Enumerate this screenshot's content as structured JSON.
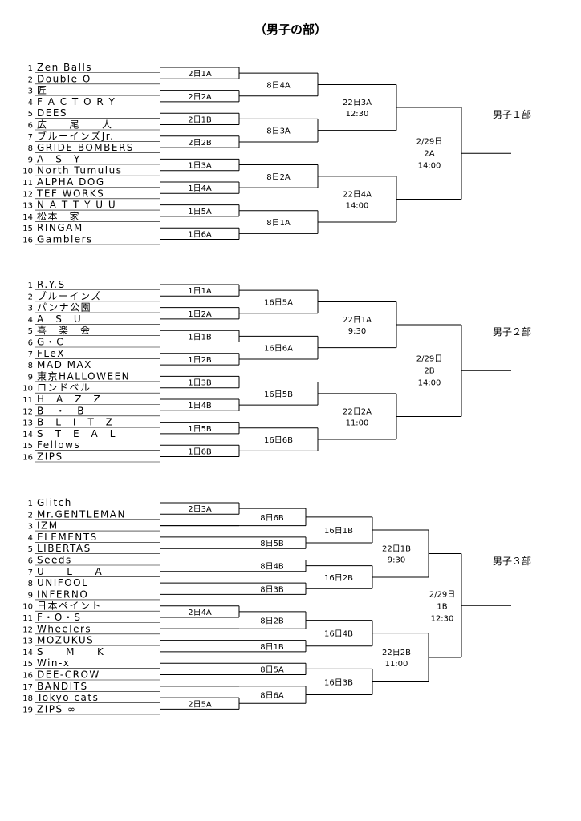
{
  "title": "（男子の部）",
  "divisions": [
    {
      "name": "男子１部",
      "teams": [
        "Zen Balls",
        "Double O",
        "匠",
        "F A C T O R Y",
        "DEES",
        "広　　尾　　人",
        "ブルーインズJr.",
        "GRIDE BOMBERS",
        "A　S　Y",
        "North Tumulus",
        "ALPHA DOG",
        "TEF WORKS",
        "N A T T Y U U",
        "松本一家",
        "RINGAM",
        "Gamblers"
      ],
      "round1": [
        "2日1A",
        "2日2A",
        "2日1B",
        "2日2B",
        "1日3A",
        "1日4A",
        "1日5A",
        "1日6A"
      ],
      "round2": [
        "8日4A",
        "8日3A",
        "8日2A",
        "8日1A"
      ],
      "semis": [
        [
          "22日3A",
          "12:30"
        ],
        [
          "22日4A",
          "14:00"
        ]
      ],
      "final": [
        "2/29日",
        "2A",
        "14:00"
      ]
    },
    {
      "name": "男子２部",
      "teams": [
        "R.Y.S",
        "ブルーインズ",
        "パンナ公園",
        "A　S　U",
        "喜　楽　会",
        "G・C",
        "FLeX",
        "MAD MAX",
        "東京HALLOWEEN",
        "ロンドベル",
        "H　A　Z　Z",
        "B　・　B",
        "B　L　I　T　Z",
        "S　T　E　A　L",
        "Fellows",
        "ZIPS"
      ],
      "round1": [
        "1日1A",
        "1日2A",
        "1日1B",
        "1日2B",
        "1日3B",
        "1日4B",
        "1日5B",
        "1日6B"
      ],
      "round2": [
        "16日5A",
        "16日6A",
        "16日5B",
        "16日6B"
      ],
      "semis": [
        [
          "22日1A",
          "9:30"
        ],
        [
          "22日2A",
          "11:00"
        ]
      ],
      "final": [
        "2/29日",
        "2B",
        "14:00"
      ]
    },
    {
      "name": "男子３部",
      "teams": [
        "Glitch",
        "Mr.GENTLEMAN",
        "IZM",
        "ELEMENTS",
        "LIBERTAS",
        "Seeds",
        "U　　L　　A",
        "UNIFOOL",
        "INFERNO",
        "日本ペイント",
        "F・O・S",
        "Wheelers",
        "MOZUKUS",
        "S　　M　　K",
        "Win-x",
        "DEE-CROW",
        "BANDITS",
        "Tokyo cats",
        "ZIPS ∞"
      ],
      "round1": [
        "2日3A",
        "2日4A",
        "2日5A"
      ],
      "round2": [
        "8日6B",
        "8日5B",
        "8日4B",
        "8日3B",
        "8日2B",
        "8日1B",
        "8日5A",
        "8日6A"
      ],
      "round3": [
        "16日1B",
        "16日2B",
        "16日4B",
        "16日3B"
      ],
      "semis": [
        [
          "22日1B",
          "9:30"
        ],
        [
          "22日2B",
          "11:00"
        ]
      ],
      "final": [
        "2/29日",
        "1B",
        "12:30"
      ]
    }
  ]
}
